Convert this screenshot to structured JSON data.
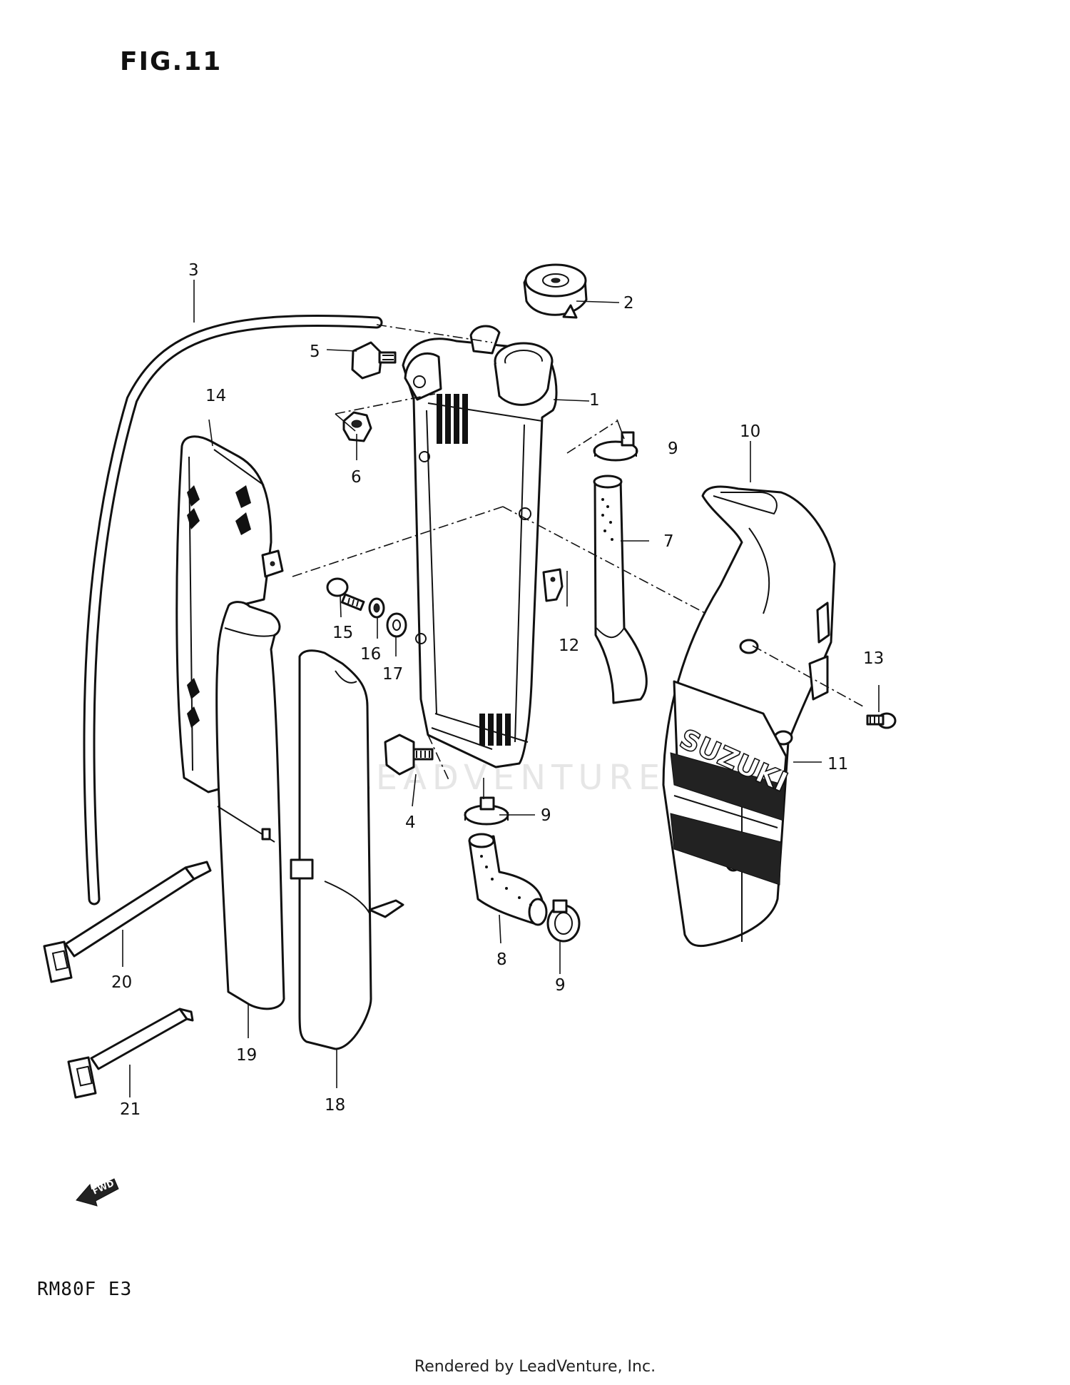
{
  "figure": {
    "title": "FIG.11"
  },
  "model_code": "RM80F  E3",
  "footer": "Rendered by LeadVenture, Inc.",
  "watermark": "LEADVENTURE",
  "logo_text": "SUZUKI",
  "fwd_label": "FWD",
  "callouts": {
    "c1": "1",
    "c2": "2",
    "c3": "3",
    "c4": "4",
    "c5": "5",
    "c6": "6",
    "c7": "7",
    "c8": "8",
    "c9a": "9",
    "c9b": "9",
    "c9c": "9",
    "c10": "10",
    "c11": "11",
    "c12": "12",
    "c13": "13",
    "c14": "14",
    "c15": "15",
    "c16": "16",
    "c17": "17",
    "c18": "18",
    "c19": "19",
    "c20": "20",
    "c21": "21"
  }
}
